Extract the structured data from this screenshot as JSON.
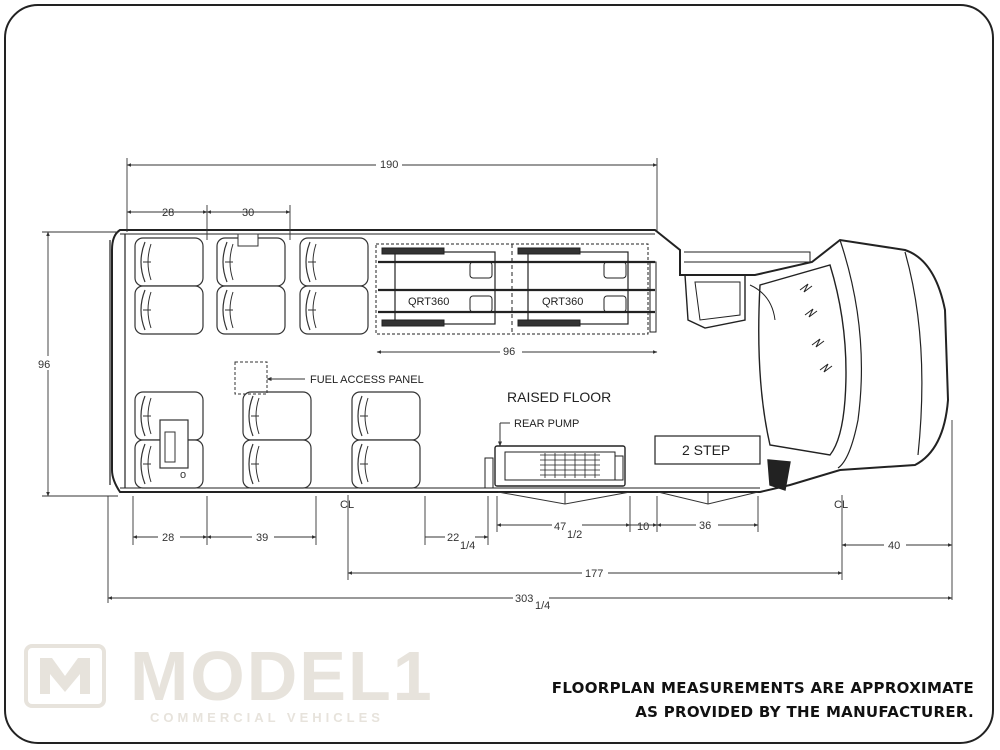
{
  "dimensions": {
    "overall_interior": "190",
    "seat_pitch_left": "28",
    "seat_pitch_right": "30",
    "width": "96",
    "rear_to_seat": "28",
    "seat_to_seat": "39",
    "axle_to_pump": "22",
    "axle_to_pump_frac": "1/4",
    "pump_width": "47",
    "pump_width_frac": "1/2",
    "gap": "10",
    "step_width": "36",
    "lift_length": "96",
    "front_overhang": "40",
    "wheelbase": "177",
    "overall_length": "303",
    "overall_length_frac": "1/4"
  },
  "labels": {
    "qrt_a": "QRT360",
    "qrt_b": "QRT360",
    "fuel_access": "FUEL ACCESS PANEL",
    "raised_floor": "RAISED FLOOR",
    "rear_pump": "REAR PUMP",
    "step": "2 STEP",
    "centerline": "CL"
  },
  "brand": {
    "name": "MODEL",
    "numeral": "1",
    "tagline": "COMMERCIAL VEHICLES"
  },
  "disclaimer": {
    "line1": "FLOORPLAN MEASUREMENTS ARE APPROXIMATE",
    "line2": "AS PROVIDED BY THE MANUFACTURER."
  }
}
